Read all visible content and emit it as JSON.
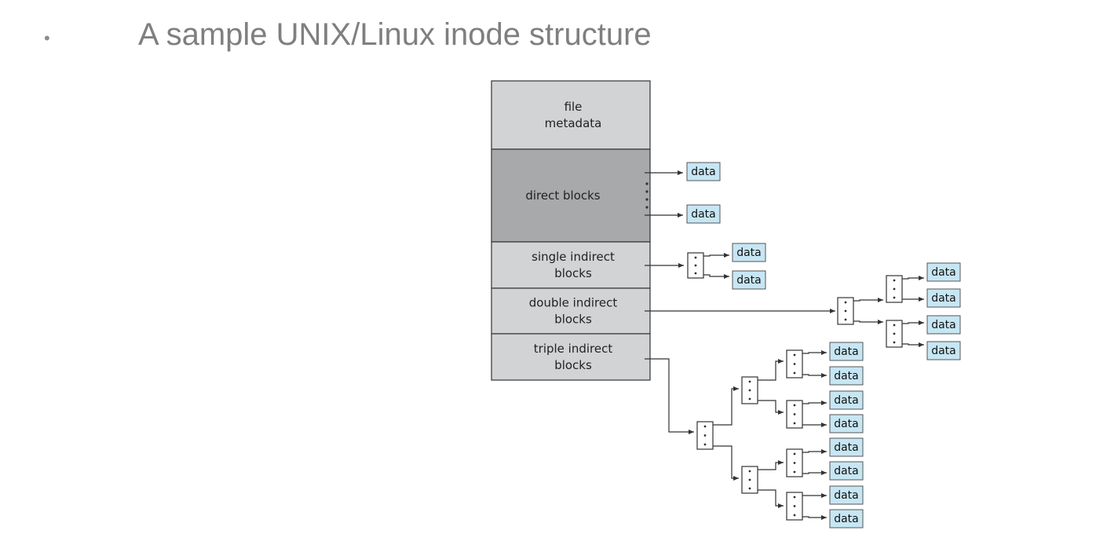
{
  "slide": {
    "bullet": "•",
    "title": "A sample UNIX/Linux inode structure"
  },
  "inode": {
    "segments": [
      {
        "lines": [
          "file",
          "metadata"
        ],
        "color": "#d2d3d5"
      },
      {
        "lines": [
          "direct blocks"
        ],
        "color": "#a8a9ab"
      },
      {
        "lines": [
          "single indirect",
          "blocks"
        ],
        "color": "#d2d3d5"
      },
      {
        "lines": [
          "double indirect",
          "blocks"
        ],
        "color": "#d2d3d5"
      },
      {
        "lines": [
          "triple indirect",
          "blocks"
        ],
        "color": "#d2d3d5"
      }
    ]
  },
  "data_label": "data",
  "colors": {
    "data_fill": "#c7e6f4",
    "stroke": "#333333",
    "title": "#7f7f7f"
  }
}
